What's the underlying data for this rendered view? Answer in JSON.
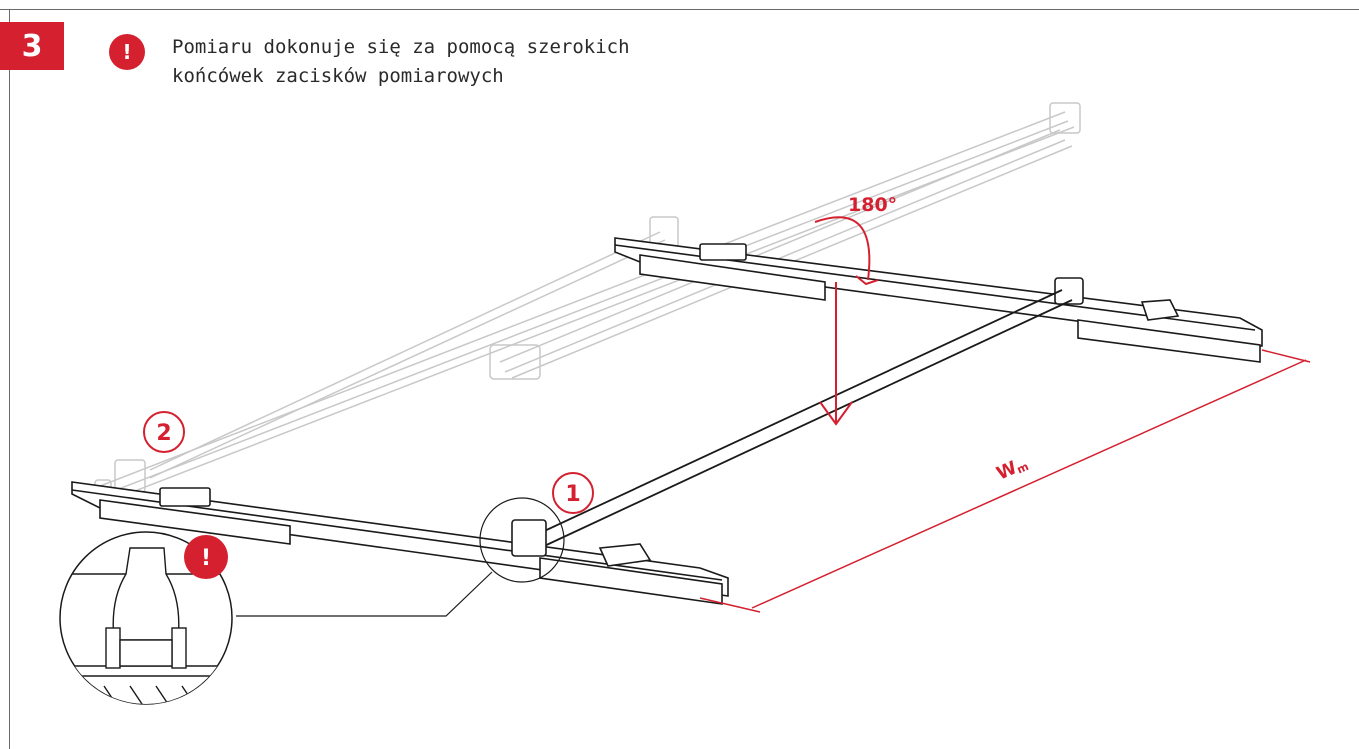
{
  "step": {
    "number": "3"
  },
  "note": {
    "icon": "exclamation-icon",
    "icon_glyph": "!",
    "line1": "Pomiaru dokonuje się za pomocą szerokich",
    "line2": "końcówek zacisków pomiarowych"
  },
  "labels": {
    "rotation": "180°",
    "callout_1": "1",
    "callout_2": "2",
    "width": "W",
    "width_sub": "m",
    "detail_warning": "!"
  },
  "colors": {
    "accent": "#d4202f",
    "line": "#1a1a1a",
    "ghost": "#c8c8c8",
    "frame": "#6a6a6a"
  }
}
